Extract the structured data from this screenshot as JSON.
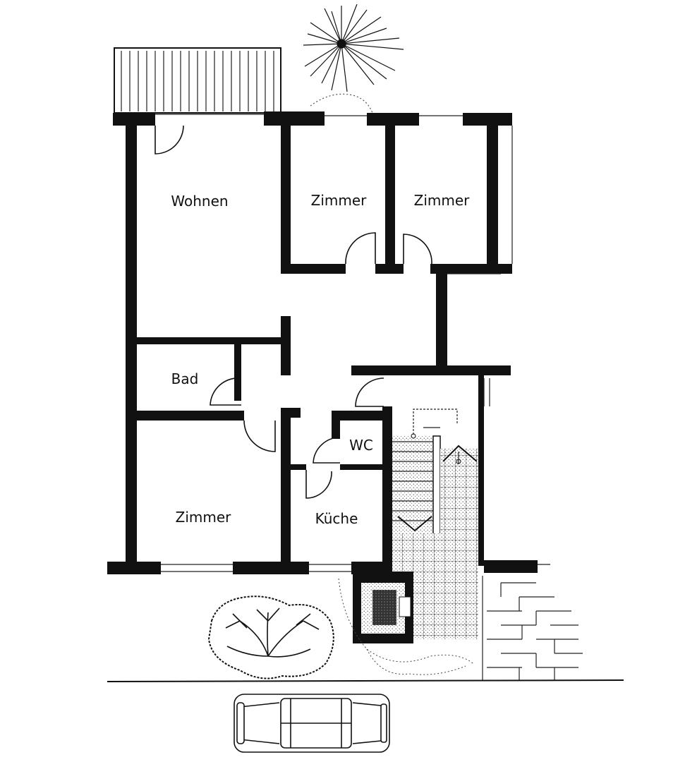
{
  "rooms": {
    "wohnen": "Wohnen",
    "zimmer_1": "Zimmer",
    "zimmer_2": "Zimmer",
    "bad": "Bad",
    "wc": "WC",
    "zimmer_3": "Zimmer",
    "kueche": "Küche"
  },
  "icons": [
    "tree-icon",
    "shrub-icon",
    "car-icon",
    "stairs-icon",
    "balcony-railing-icon",
    "fireplace-icon",
    "paving-icon"
  ]
}
